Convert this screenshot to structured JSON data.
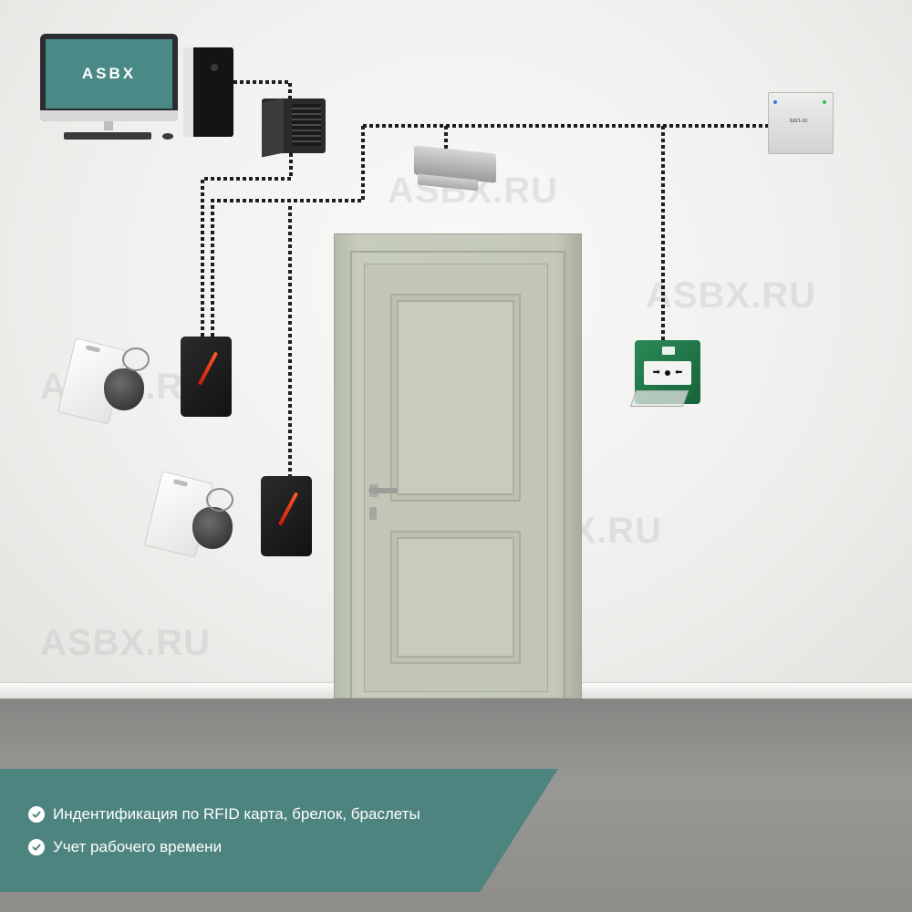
{
  "screen_logo": "ASBX",
  "power_supply_label": "ББП-20",
  "watermark": "ASBX.RU",
  "features": [
    {
      "text": "Индентификация по RFID карта, брелок, браслеты",
      "icon": "check-circle-icon"
    },
    {
      "text": "Учет рабочего времени",
      "icon": "check-circle-icon"
    }
  ],
  "colors": {
    "banner": "#4d847f",
    "screen": "#4a8a86",
    "door": "#c1c6b6",
    "exit_button": "#2b8a57",
    "reader_slit": "#ff5a2a"
  }
}
